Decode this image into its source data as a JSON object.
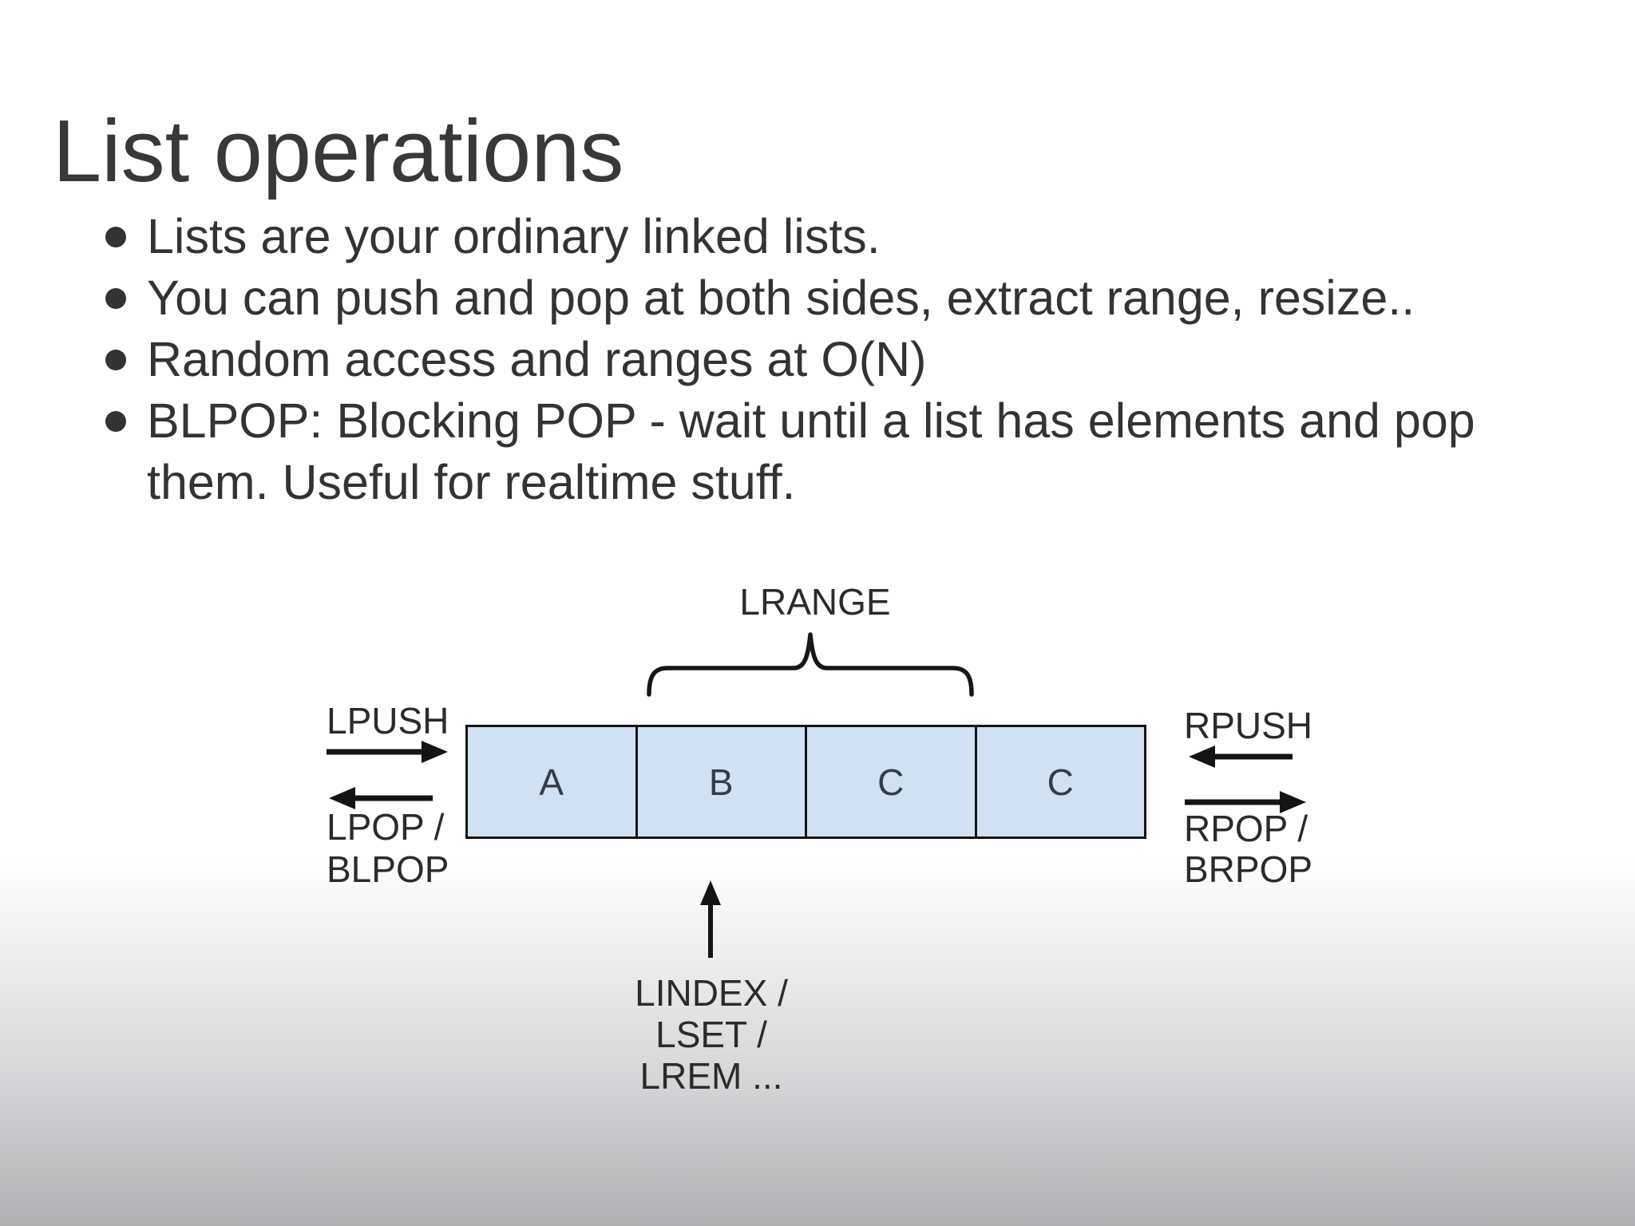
{
  "slide": {
    "title": "List operations",
    "bullets": [
      {
        "text": "Lists are your ordinary linked lists."
      },
      {
        "text": "You can push and pop at both sides, extract range, resize.."
      },
      {
        "text": "Random access and ranges at O(N)"
      },
      {
        "text": "BLPOP: Blocking POP - wait until a list has elements and pop",
        "text_line2": "them. Useful for realtime stuff."
      }
    ]
  },
  "diagram": {
    "lrange_label": "LRANGE",
    "cells": [
      "A",
      "B",
      "C",
      "C"
    ],
    "left_ops": {
      "push": "LPUSH",
      "pop_line1": "LPOP /",
      "pop_line2": "BLPOP"
    },
    "right_ops": {
      "push": "RPUSH",
      "pop_line1": "RPOP /",
      "pop_line2": "BRPOP"
    },
    "index_ops": {
      "line1": "LINDEX /",
      "line2": "LSET /",
      "line3": "LREM ..."
    },
    "colors": {
      "cell_fill": "#cfe1f2",
      "cell_border": "#141414",
      "arrow": "#141414",
      "text": "#2b2b2b",
      "background_bottom": "#b0b0b3"
    }
  }
}
